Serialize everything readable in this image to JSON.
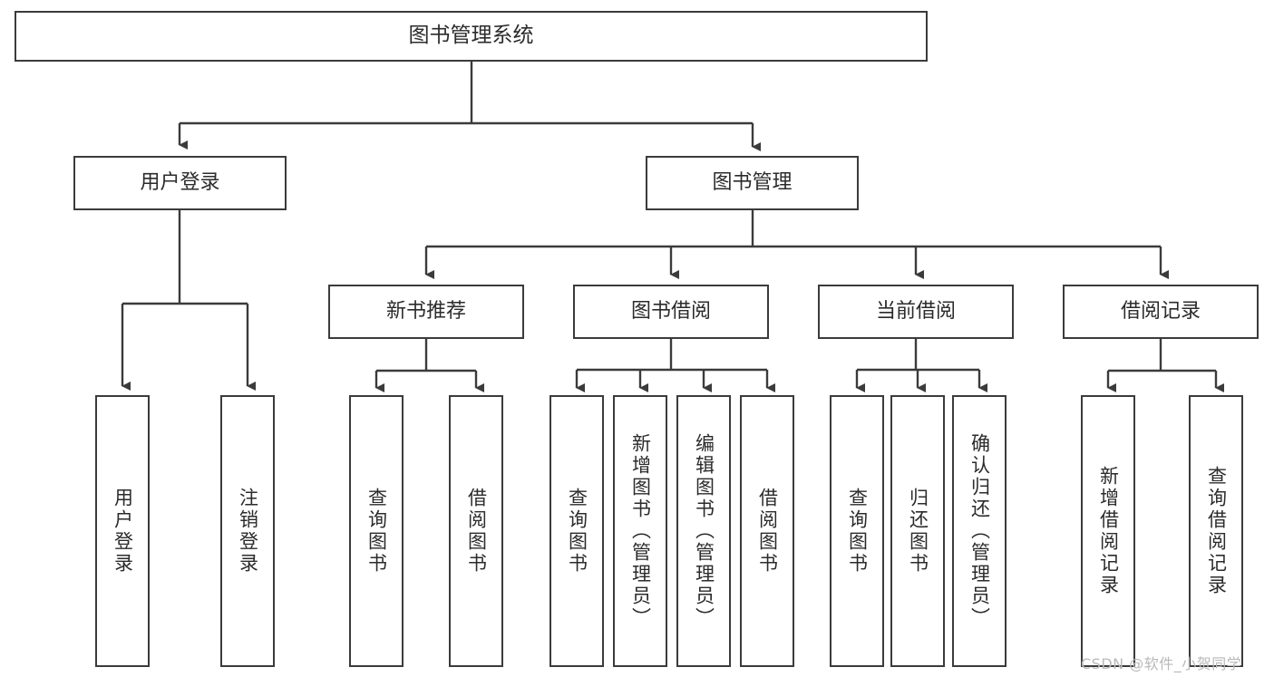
{
  "diagram": {
    "type": "hierarchy-tree",
    "title": "图书管理系统",
    "watermark": "CSDN @软件_小贺同学",
    "colors": {
      "border": "#3b3b3b",
      "background": "#ffffff",
      "text": "#2b2b2b",
      "edge": "#3b3b3b",
      "watermark": "#b9b9b9"
    },
    "levels": {
      "root": {
        "label": "图书管理系统"
      },
      "level2": [
        {
          "label": "用户登录"
        },
        {
          "label": "图书管理"
        }
      ],
      "level3": [
        {
          "label": "新书推荐"
        },
        {
          "label": "图书借阅"
        },
        {
          "label": "当前借阅"
        },
        {
          "label": "借阅记录"
        }
      ],
      "leaves": {
        "user_login": [
          {
            "label": "用户登录"
          },
          {
            "label": "注销登录"
          }
        ],
        "new_book_recommend": [
          {
            "label": "查询图书"
          },
          {
            "label": "借阅图书"
          }
        ],
        "book_borrow": [
          {
            "label": "查询图书"
          },
          {
            "label": "新增图书（管理员）"
          },
          {
            "label": "编辑图书（管理员）"
          },
          {
            "label": "借阅图书"
          }
        ],
        "current_borrow": [
          {
            "label": "查询图书"
          },
          {
            "label": "归还图书"
          },
          {
            "label": "确认归还（管理员）"
          }
        ],
        "borrow_record": [
          {
            "label": "新增借阅记录"
          },
          {
            "label": "查询借阅记录"
          }
        ]
      }
    }
  }
}
